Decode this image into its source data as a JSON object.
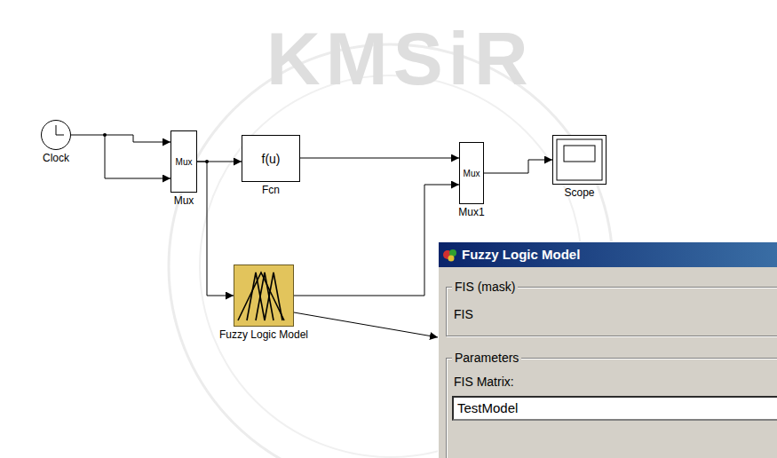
{
  "diagram": {
    "nodes": [
      {
        "text": [
          "Clock"
        ]
      },
      {
        "text": [
          "Mux",
          "Mux"
        ]
      },
      {
        "text": [
          "f(u)",
          "Fcn"
        ]
      },
      {
        "text": [
          "Mux",
          "Mux1"
        ]
      },
      {
        "text": [
          "Scope"
        ]
      },
      {
        "text": [
          "Fuzzy Logic Model"
        ]
      },
      {
        "text": [
          "Fuzzy Logic Model"
        ]
      },
      {
        "text": [
          "FIS (mask)",
          "FIS"
        ],
        "in": 6
      },
      {
        "text": [
          "Parameters",
          "FIS Matrix:"
        ],
        "in": 6
      },
      {
        "text": [
          "TestModel"
        ],
        "in": 8
      }
    ],
    "edges": [
      {
        "from": 0,
        "to": 1,
        "arrow": "to"
      },
      {
        "from": 1,
        "to": 2,
        "arrow": "to"
      },
      {
        "from": 1,
        "to": 5,
        "arrow": "to"
      },
      {
        "from": 2,
        "to": 3,
        "arrow": "to"
      },
      {
        "from": 5,
        "to": 3,
        "arrow": "to"
      },
      {
        "from": 3,
        "to": 4,
        "arrow": "to"
      },
      {
        "from": 5,
        "to": 6,
        "arrow": "to"
      }
    ],
    "labels": [
      "KMSiR"
    ]
  }
}
